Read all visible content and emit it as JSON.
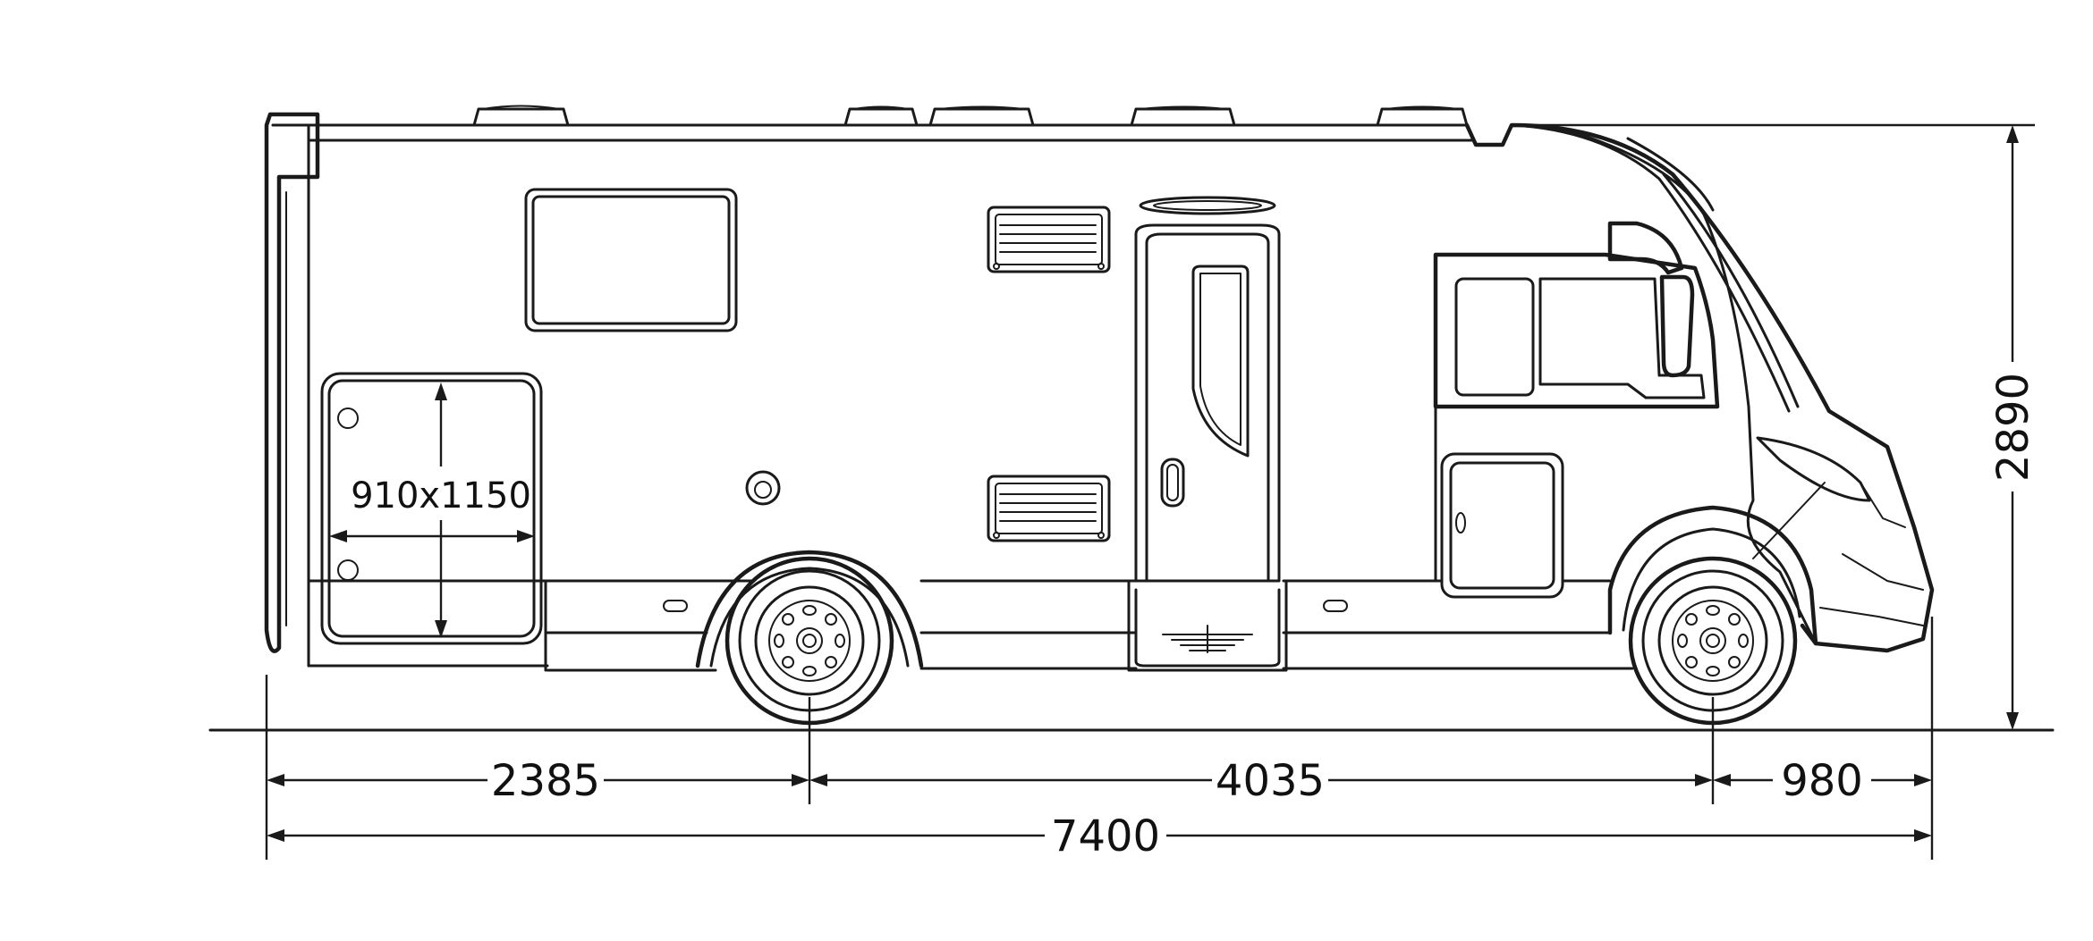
{
  "dimensions": {
    "rear_overhang": "2385",
    "wheelbase": "4035",
    "front_overhang": "980",
    "overall_length": "7400",
    "height": "2890",
    "garage_door": "910x1150"
  }
}
